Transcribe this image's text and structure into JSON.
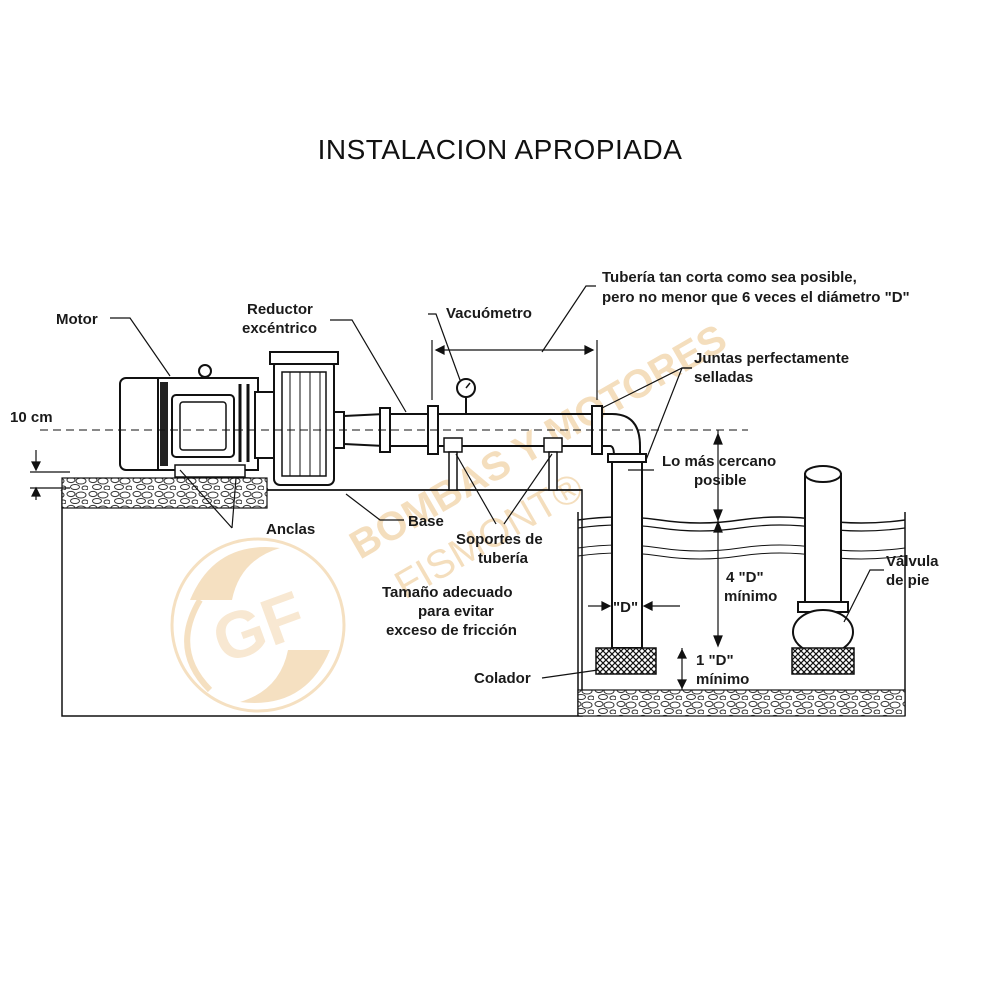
{
  "title": "INSTALACION APROPIADA",
  "labels": {
    "motor": "Motor",
    "reductor_1": "Reductor",
    "reductor_2": "excéntrico",
    "vacuometro": "Vacuómetro",
    "tuberia_1": "Tubería tan corta como sea posible,",
    "tuberia_2": "pero no menor que 6 veces el diámetro \"D\"",
    "juntas_1": "Juntas perfectamente",
    "juntas_2": "selladas",
    "cm10": "10 cm",
    "cercano_1": "Lo más cercano",
    "cercano_2": "posible",
    "anclas": "Anclas",
    "base": "Base",
    "soportes_1": "Soportes de",
    "soportes_2": "tubería",
    "tamano_1": "Tamaño adecuado",
    "tamano_2": "para evitar",
    "tamano_3": "exceso de fricción",
    "d_label": "\"D\"",
    "cuatro_d_1": "4 \"D\"",
    "cuatro_d_2": "mínimo",
    "valvula_1": "Válvula",
    "valvula_2": "de pie",
    "colador": "Colador",
    "uno_d_1": "1 \"D\"",
    "uno_d_2": "mínimo"
  },
  "watermark": {
    "line1": "BOMBAS Y MOTORES",
    "line2": "FISMONT®",
    "logo": "GF",
    "color": "#f1d3a8"
  }
}
